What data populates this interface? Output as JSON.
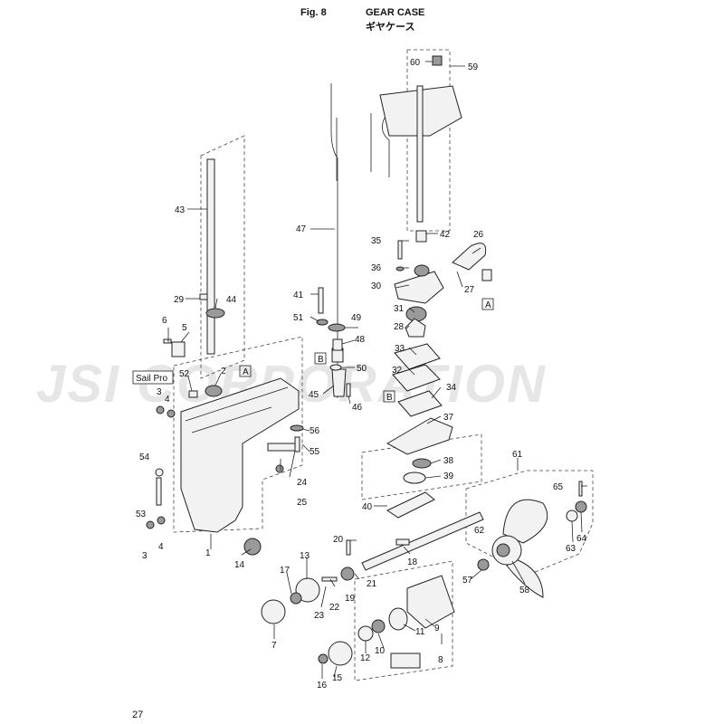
{
  "header": {
    "fig": "Fig. 8",
    "title_en": "GEAR CASE",
    "title_jp": "ギヤケース"
  },
  "page_number": "27",
  "watermark": "JSI CORPORATION",
  "sail_pro_label": "Sail Pro",
  "ref_marks": [
    "A",
    "B"
  ],
  "part_labels": [
    "1",
    "2",
    "3",
    "4",
    "5",
    "6",
    "7",
    "8",
    "9",
    "10",
    "11",
    "12",
    "13",
    "14",
    "15",
    "16",
    "17",
    "18",
    "19",
    "20",
    "21",
    "22",
    "23",
    "24",
    "25",
    "26",
    "27",
    "28",
    "29",
    "30",
    "31",
    "32",
    "33",
    "34",
    "35",
    "36",
    "37",
    "38",
    "39",
    "40",
    "41",
    "42",
    "43",
    "44",
    "45",
    "46",
    "47",
    "48",
    "49",
    "50",
    "51",
    "52",
    "53",
    "54",
    "55",
    "56",
    "57",
    "58",
    "59",
    "60",
    "61",
    "62",
    "63",
    "64",
    "65"
  ]
}
